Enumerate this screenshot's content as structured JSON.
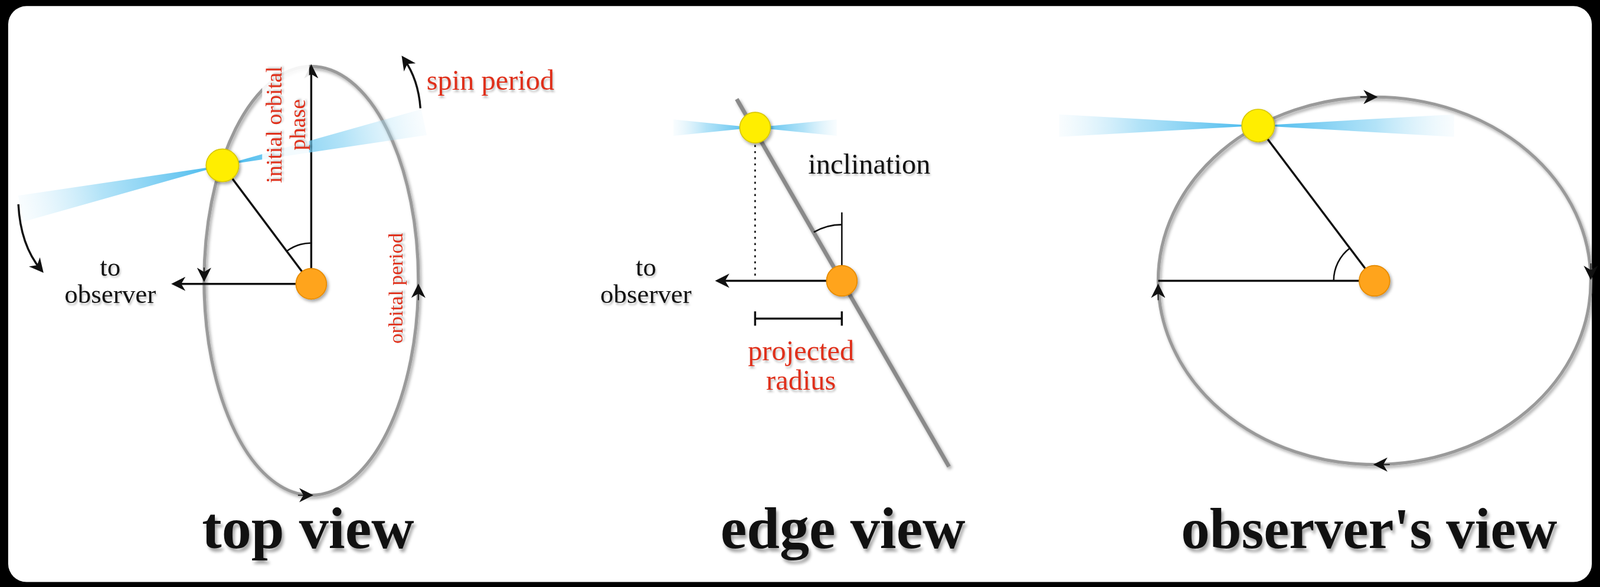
{
  "diagram": {
    "labels": [
      "spin period",
      "initial orbital phase",
      "orbital period",
      "to observer",
      "top view",
      "inclination",
      "to observer",
      "projected radius",
      "edge view",
      "observer's view"
    ]
  }
}
